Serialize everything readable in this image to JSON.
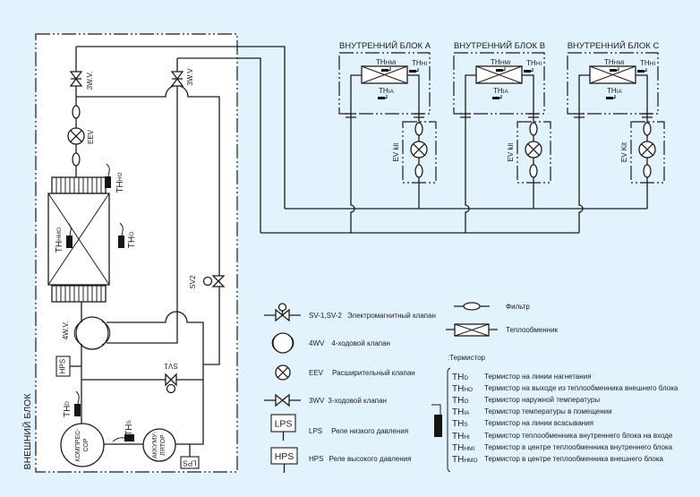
{
  "diagram": {
    "outdoor_unit": {
      "label": "ВНЕШНИЙ БЛОК",
      "valve_3wv_left": "3W.V.",
      "valve_3wv_right": "3W.V",
      "eev": "EEV",
      "valve_4wv": "4W.V.",
      "sv1": "SV1",
      "sv2": "SV2",
      "hps": "HPS",
      "lps": "LPS",
      "compressor": [
        "КОМПРЕС-",
        "СОР"
      ],
      "accumulator": [
        "АККУМУ-",
        "ЛЯТОР"
      ],
      "sensors": {
        "th_ho": {
          "main": "TH",
          "sub": "HO"
        },
        "th_hmo": {
          "main": "TH",
          "sub": "HMO"
        },
        "th_o": {
          "main": "TH",
          "sub": "O"
        },
        "th_d": {
          "main": "TH",
          "sub": "D"
        },
        "th_s": {
          "main": "TH",
          "sub": "S"
        }
      }
    },
    "indoor_units": [
      {
        "title": "ВНУТРЕННИЙ БЛОК A",
        "ev_kit": "EV kit",
        "th_hm": {
          "main": "TH",
          "sub": "HMI"
        },
        "th_h": {
          "main": "TH",
          "sub": "HI"
        },
        "th_a": {
          "main": "TH",
          "sub": "IA"
        }
      },
      {
        "title": "ВНУТРЕННИЙ БЛОК B",
        "ev_kit": "EV kit",
        "th_hm": {
          "main": "TH",
          "sub": "HMI"
        },
        "th_h": {
          "main": "TH",
          "sub": "HI"
        },
        "th_a": {
          "main": "TH",
          "sub": "IA"
        }
      },
      {
        "title": "ВНУТРЕННИЙ БЛОК C",
        "ev_kit": "EV Kit",
        "th_hm": {
          "main": "TH",
          "sub": "HMI"
        },
        "th_h": {
          "main": "TH",
          "sub": "HI"
        },
        "th_a": {
          "main": "TH",
          "sub": "IA"
        }
      }
    ]
  },
  "legend": {
    "items": [
      {
        "code": "SV-1,SV-2",
        "desc": "Электромагнитный клапан"
      },
      {
        "code": "4WV",
        "desc": "4-ходовой клапан"
      },
      {
        "code": "EEV",
        "desc": "Расширительный клапан"
      },
      {
        "code": "3WV",
        "desc": "3-ходовой клапан"
      },
      {
        "code": "LPS",
        "desc": "Реле низкого давления",
        "symbol": "LPS"
      },
      {
        "code": "HPS",
        "desc": "Реле высокого давления",
        "symbol": "HPS"
      }
    ],
    "filter": "Фильтр",
    "heat_exchanger": "Теплообменник",
    "thermistor_title": ":Термистор",
    "thermistors": [
      {
        "main": "TH",
        "sub": "D",
        "desc": "Термистор на линии нагнетания"
      },
      {
        "main": "TH",
        "sub": "HO",
        "desc": "Термистор на выходе из теплообменника внешнего блока"
      },
      {
        "main": "TH",
        "sub": "O",
        "desc": "Термистор наружной температуры"
      },
      {
        "main": "TH",
        "sub": "IA",
        "desc": "Термистор температуры в помещении"
      },
      {
        "main": "TH",
        "sub": "S",
        "desc": "Термистор на линии всасывания"
      },
      {
        "main": "TH",
        "sub": "HI",
        "desc": "Термистор теплообменника внутреннего блока на входе"
      },
      {
        "main": "TH",
        "sub": "HMI",
        "desc": "Термистор в центре теплообменника внутреннего блока"
      },
      {
        "main": "TH",
        "sub": "HMO",
        "desc": "Термистор в центре теплообменника внешнего блока"
      }
    ]
  }
}
